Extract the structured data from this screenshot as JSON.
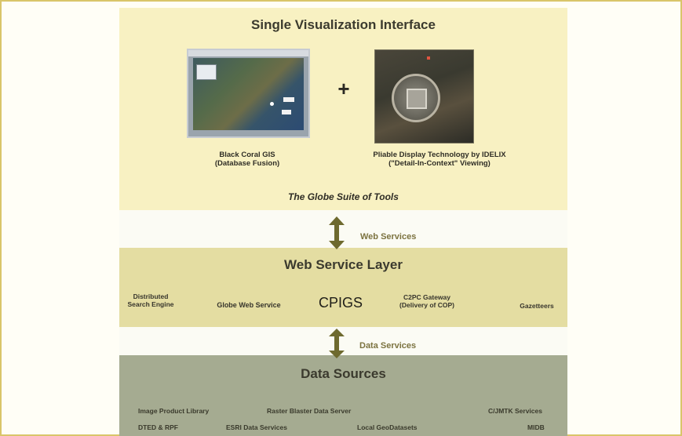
{
  "top_section": {
    "title": "Single Visualization Interface",
    "plus_symbol": "+",
    "left_caption_line1": "Black Coral GIS",
    "left_caption_line2": "(Database Fusion)",
    "right_caption_line1": "Pliable Display Technology by IDELIX",
    "right_caption_line2": "(\"Detail-In-Context\" Viewing)",
    "suite_label": "The Globe Suite of Tools"
  },
  "connector_web": {
    "label": "Web Services"
  },
  "web_service_layer": {
    "title": "Web Service Layer",
    "services": {
      "distributed_line1": "Distributed",
      "distributed_line2": "Search Engine",
      "globe": "Globe Web Service",
      "cpigs": "CPIGS",
      "c2pc_line1": "C2PC Gateway",
      "c2pc_line2": "(Delivery of COP)",
      "gazetteers": "Gazetteers"
    }
  },
  "connector_data": {
    "label": "Data Services"
  },
  "data_sources": {
    "title": "Data Sources",
    "row1": {
      "image_product_library": "Image Product Library",
      "raster_blaster": "Raster Blaster Data Server",
      "cjmtk": "C/JMTK Services"
    },
    "row2": {
      "dted": "DTED & RPF",
      "esri": "ESRI Data Services",
      "local": "Local GeoDatasets",
      "midb": "MIDB"
    }
  },
  "colors": {
    "top_band": "#f8f1c2",
    "connector_band": "#fbfbf4",
    "web_service_band": "#e4dda2",
    "data_band": "#a5ab91",
    "arrow": "#6e6a2f",
    "frame_border": "#d9c56a"
  }
}
